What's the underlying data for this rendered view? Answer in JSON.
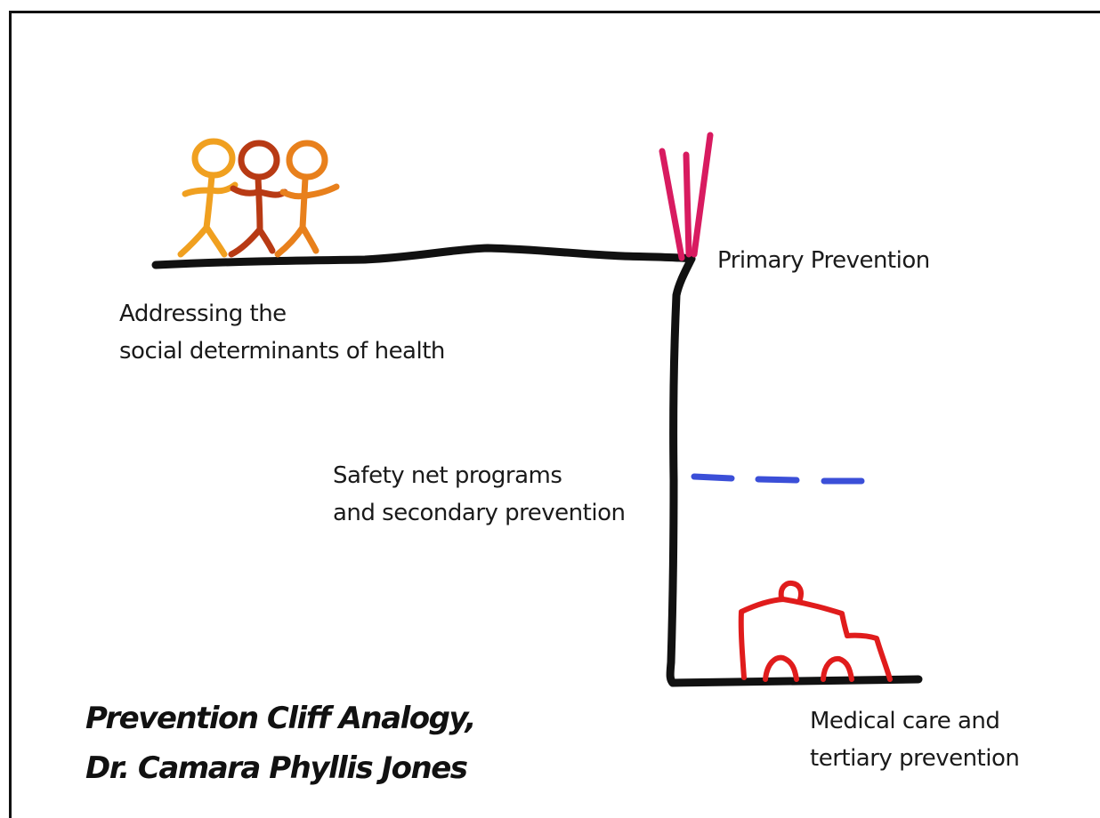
{
  "labels": {
    "primary_prevention": "Primary Prevention",
    "social_determinants_line1": "Addressing the",
    "social_determinants_line2": "social determinants of health",
    "safety_net_line1": "Safety net programs",
    "safety_net_line2": "and secondary prevention",
    "medical_care_line1": "Medical care and",
    "medical_care_line2": "tertiary prevention"
  },
  "caption": {
    "line1": "Prevention Cliff Analogy,",
    "line2": "Dr. Camara Phyllis Jones"
  },
  "colors": {
    "cliff": "#111111",
    "fence": "#d81b60",
    "safety_net": "#3b4fd8",
    "ambulance": "#e01c1c",
    "person_light": "#f0a020",
    "person_dark": "#b83a14",
    "person_mid": "#e8801c"
  },
  "icons": {
    "people": "stick-people-group-icon",
    "fence": "fence-icon",
    "safety_net": "safety-net-icon",
    "ambulance": "ambulance-icon"
  }
}
